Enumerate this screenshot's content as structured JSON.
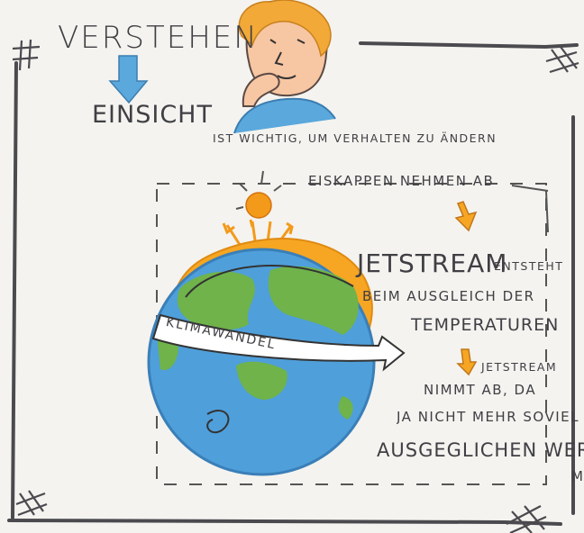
{
  "heading": {
    "verstehen": "VERSTEHEN",
    "einsicht": "EINSICHT",
    "importance": "IST WICHTIG, UM VERHALTEN ZU ÄNDERN"
  },
  "notes": {
    "eiskappen": "EISKAPPEN NEHMEN AB",
    "jetstream_word": "JETSTREAM",
    "entsteht": "ENTSTEHT",
    "line2": "BEIM AUSGLEICH DER",
    "line3": "TEMPERATUREN",
    "jetstream_small": "JETSTREAM",
    "nimmt": "NIMMT AB, DA",
    "ja_nicht": "JA NICHT MEHR SOVIEL",
    "ausgeglichen": "AUSGEGLICHEN WERDEN",
    "m_fragment": "M"
  },
  "globe_banner": "KLIMAWANDEL",
  "colors": {
    "ink": "#3f3f44",
    "accent_blue": "#5aa8dc",
    "ocean": "#4f9fda",
    "land": "#6fb34a",
    "sun": "#f39a1a",
    "orange_glow": "#f6a623"
  },
  "icons": [
    "down-arrow-icon",
    "thinking-person-icon",
    "sun-icon",
    "globe-icon",
    "down-arrow-small-icon",
    "hash-mark-icon"
  ]
}
